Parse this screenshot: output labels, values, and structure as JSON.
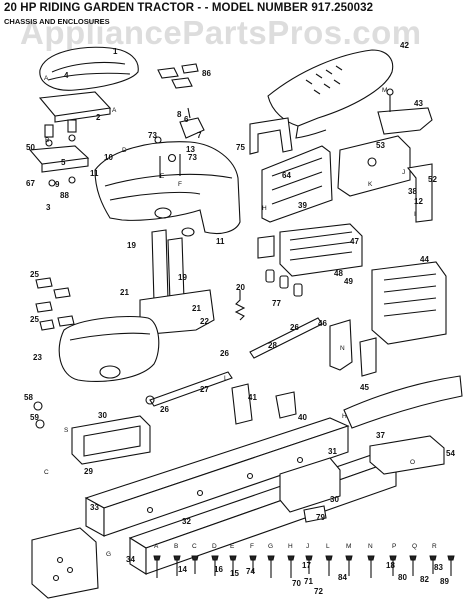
{
  "header": {
    "title": "20 HP RIDING GARDEN TRACTOR - - MODEL NUMBER 917.250032",
    "subtitle": "CHASSIS AND ENCLOSURES"
  },
  "watermark": "AppliancePartsPros.com",
  "callouts": [
    "1",
    "2",
    "3",
    "4",
    "5",
    "6",
    "7",
    "8",
    "9",
    "10",
    "11",
    "12",
    "13",
    "14",
    "15",
    "16",
    "17",
    "18",
    "19",
    "20",
    "21",
    "22",
    "23",
    "25",
    "26",
    "27",
    "28",
    "29",
    "30",
    "31",
    "32",
    "33",
    "34",
    "37",
    "38",
    "39",
    "40",
    "41",
    "42",
    "43",
    "44",
    "45",
    "46",
    "47",
    "48",
    "49",
    "50",
    "52",
    "53",
    "54",
    "58",
    "59",
    "64",
    "67",
    "70",
    "71",
    "72",
    "73",
    "74",
    "75",
    "77",
    "79",
    "80",
    "82",
    "83",
    "84",
    "86",
    "88",
    "89"
  ],
  "letter_refs": [
    "A",
    "B",
    "C",
    "D",
    "E",
    "F",
    "G",
    "H",
    "I",
    "J",
    "K",
    "L",
    "M",
    "N",
    "O",
    "P",
    "Q",
    "R",
    "S"
  ]
}
